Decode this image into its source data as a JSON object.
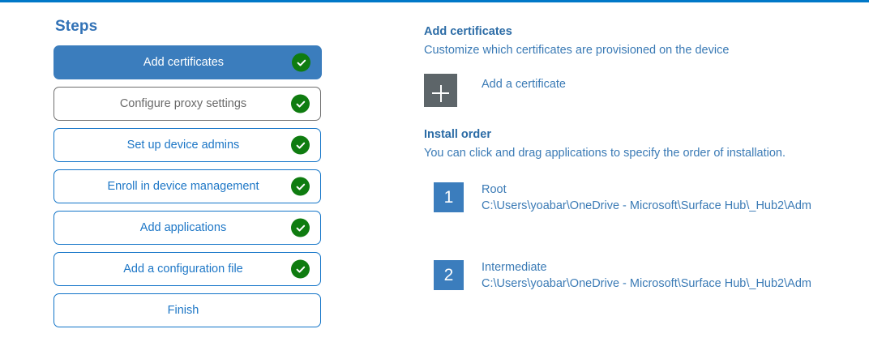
{
  "accent": {
    "top_rule": "#0078c8",
    "primary_blue": "#3b7dbd",
    "link_blue": "#3a7ab5",
    "heading_blue": "#2c6ca6",
    "success_green": "#0f7c10",
    "tile_gray": "#5d6569"
  },
  "steps": {
    "title": "Steps",
    "items": [
      {
        "label": "Add certificates",
        "state": "active",
        "complete": true
      },
      {
        "label": "Configure proxy settings",
        "state": "muted",
        "complete": true
      },
      {
        "label": "Set up device admins",
        "state": "default",
        "complete": true
      },
      {
        "label": "Enroll in device management",
        "state": "default",
        "complete": true
      },
      {
        "label": "Add applications",
        "state": "default",
        "complete": true
      },
      {
        "label": "Add a configuration file",
        "state": "default",
        "complete": true
      },
      {
        "label": "Finish",
        "state": "default",
        "complete": false
      }
    ]
  },
  "detail": {
    "heading": "Add certificates",
    "subtitle": "Customize which certificates are provisioned on the device",
    "add_certificate_label": "Add a certificate",
    "plus_icon": "plus-icon",
    "install_order": {
      "heading": "Install order",
      "subtitle": "You can click and drag applications to specify the order of installation.",
      "items": [
        {
          "number": "1",
          "name": "Root",
          "path": "C:\\Users\\yoabar\\OneDrive - Microsoft\\Surface Hub\\_Hub2\\Adm"
        },
        {
          "number": "2",
          "name": "Intermediate",
          "path": "C:\\Users\\yoabar\\OneDrive - Microsoft\\Surface Hub\\_Hub2\\Adm"
        }
      ]
    }
  },
  "icons": {
    "check": "check-circle-icon"
  }
}
